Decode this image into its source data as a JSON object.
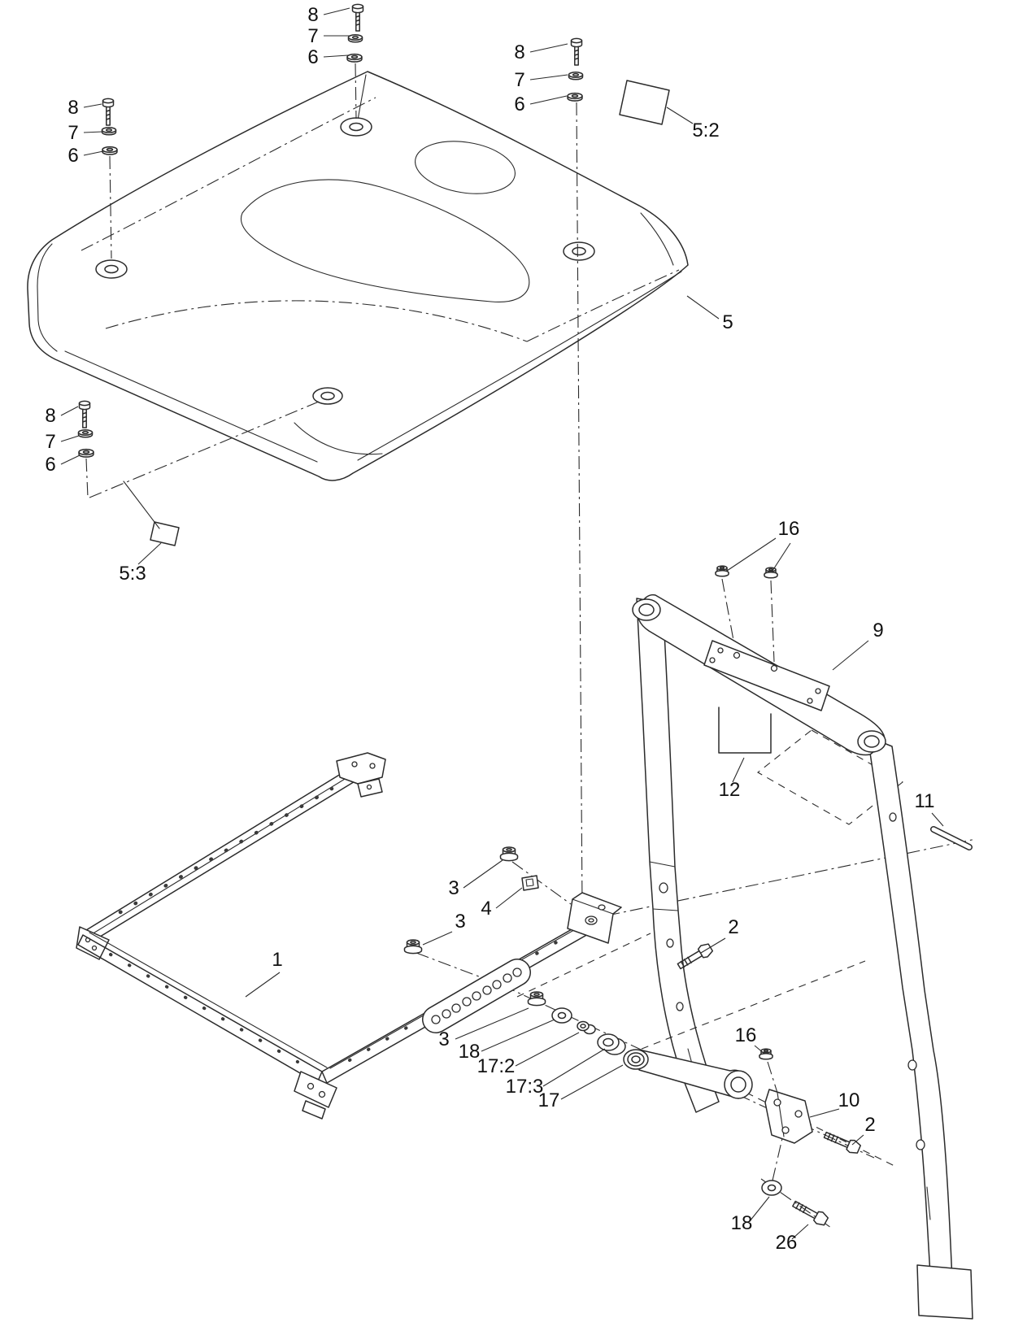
{
  "colors": {
    "background": "#ffffff",
    "line": "#2b2b2b",
    "text": "#111111"
  },
  "callouts": [
    {
      "ref": "bolt-top-center",
      "label": "8"
    },
    {
      "ref": "washer-top-center",
      "label": "7"
    },
    {
      "ref": "lockwasher-top-center",
      "label": "6"
    },
    {
      "ref": "bolt-right",
      "label": "8"
    },
    {
      "ref": "washer-right",
      "label": "7"
    },
    {
      "ref": "lockwasher-right",
      "label": "6"
    },
    {
      "ref": "bolt-left",
      "label": "8"
    },
    {
      "ref": "washer-left",
      "label": "7"
    },
    {
      "ref": "lockwasher-left",
      "label": "6"
    },
    {
      "ref": "decal-plate-upper",
      "label": "5:2"
    },
    {
      "ref": "canopy",
      "label": "5"
    },
    {
      "ref": "bolt-left-mid",
      "label": "8"
    },
    {
      "ref": "washer-left-mid",
      "label": "7"
    },
    {
      "ref": "lockwasher-left-mid",
      "label": "6"
    },
    {
      "ref": "decal-plate-lower",
      "label": "5:3"
    },
    {
      "ref": "nuts-cross-member",
      "label": "16"
    },
    {
      "ref": "cross-member",
      "label": "9"
    },
    {
      "ref": "u-rod",
      "label": "12"
    },
    {
      "ref": "pin",
      "label": "11"
    },
    {
      "ref": "nut-upper-a",
      "label": "3"
    },
    {
      "ref": "clip",
      "label": "4"
    },
    {
      "ref": "nut-upper-b",
      "label": "3"
    },
    {
      "ref": "bolt-post-upper",
      "label": "2"
    },
    {
      "ref": "roof-frame",
      "label": "1"
    },
    {
      "ref": "nut-arm",
      "label": "3"
    },
    {
      "ref": "washer-arm",
      "label": "18"
    },
    {
      "ref": "spacer-arm",
      "label": "17:2"
    },
    {
      "ref": "bushing-arm-inner",
      "label": "17:3"
    },
    {
      "ref": "bushing-arm",
      "label": "17"
    },
    {
      "ref": "nut-bracket",
      "label": "16"
    },
    {
      "ref": "pivot-bracket",
      "label": "10"
    },
    {
      "ref": "bolt-bracket",
      "label": "2"
    },
    {
      "ref": "washer-lower",
      "label": "18"
    },
    {
      "ref": "bolt-lower",
      "label": "26"
    }
  ]
}
